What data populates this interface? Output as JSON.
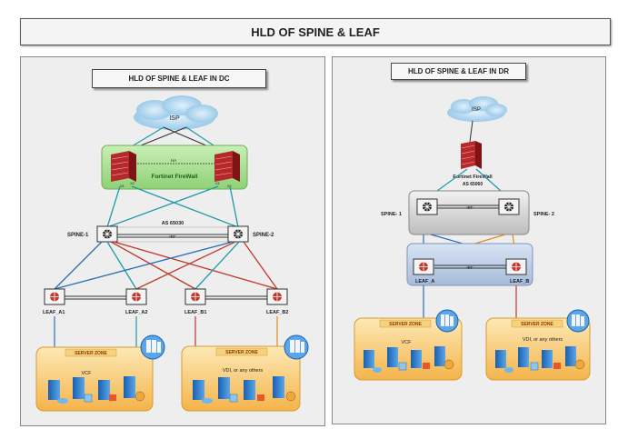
{
  "title": "HLD OF SPINE & LEAF",
  "dc": {
    "title": "HLD OF SPINE & LEAF IN DC",
    "isp": "ISP",
    "firewall": "Fortinet FireWall",
    "ha": "HA",
    "fw_port_x1": "X1",
    "fw_port_x2": "X2",
    "as": "AS 65030",
    "spine1": "SPINE-1",
    "spine2": "SPINE-2",
    "irf": "IRF",
    "leaves": [
      "LEAF_A1",
      "LEAF_A2",
      "LEAF_B1",
      "LEAF_B2"
    ],
    "zone1_title": "SERVER ZONE",
    "zone1_label": "VCF",
    "zone2_title": "SERVER ZONE",
    "zone2_label": "VDI, or any others"
  },
  "dr": {
    "title": "HLD OF SPINE & LEAF IN DR",
    "isp": "ISP",
    "firewall": "Fortinet FireWall",
    "as": "AS 65060",
    "spine1": "SPINE- 1",
    "spine2": "SPINE- 2",
    "irf": "IRF",
    "leaf_a": "LEAF_A",
    "leaf_b": "LEAF_B",
    "zone1_title": "SERVER ZONE",
    "zone1_label": "VCF",
    "zone2_title": "SERVER ZONE",
    "zone2_label": "VDI, or any others"
  },
  "colors": {
    "teal": "#1f9aa8",
    "blue": "#2b6fb5",
    "red": "#c0392b",
    "orange": "#e08a1e",
    "firewall_box": "#9fd88a",
    "zone_fill": "#f7c872"
  }
}
